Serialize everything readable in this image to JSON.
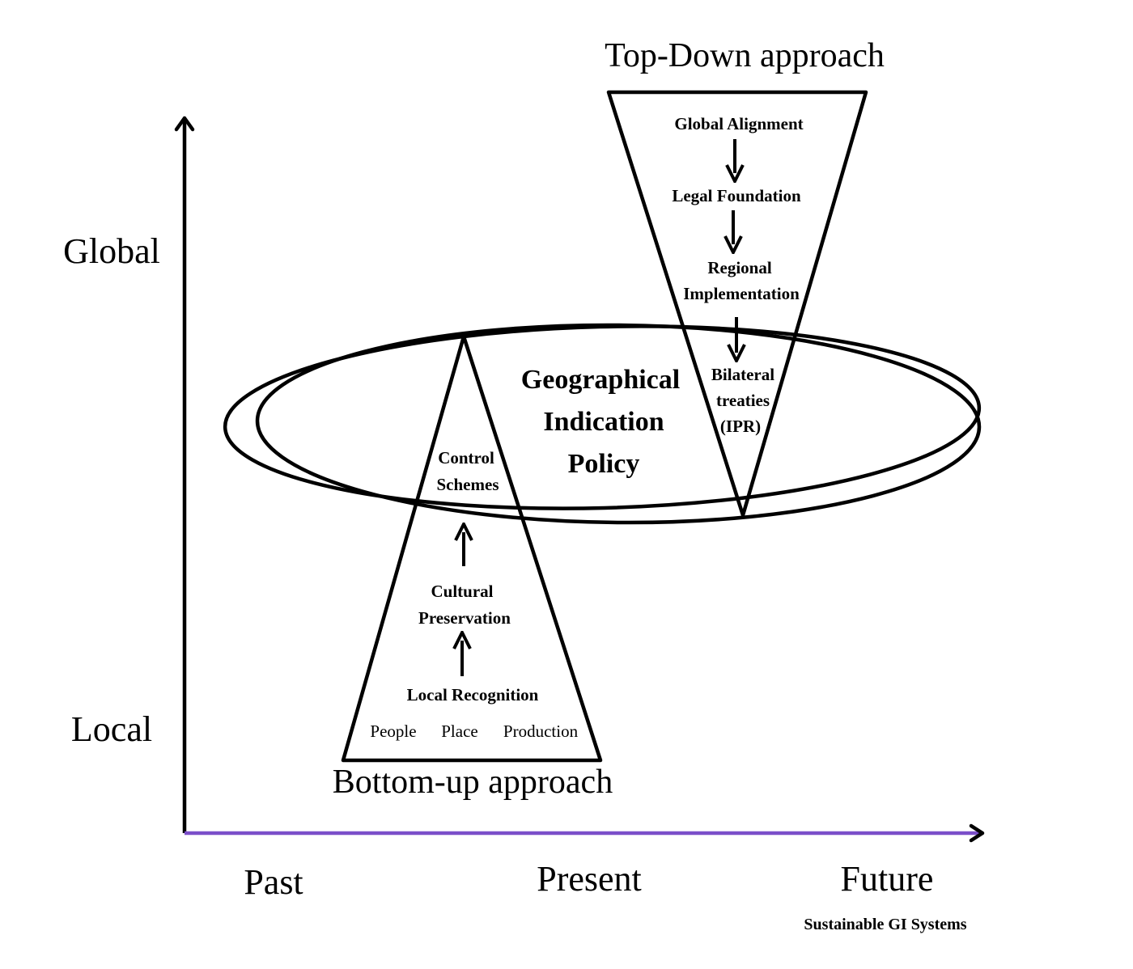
{
  "axes": {
    "y_top_label": "Global",
    "y_bottom_label": "Local",
    "x_labels": [
      "Past",
      "Present",
      "Future"
    ],
    "x_sub_label": "Sustainable GI Systems",
    "x_axis_color": "#7b4fc9",
    "axis_color": "#000000"
  },
  "top_down": {
    "title": "Top-Down approach",
    "steps": [
      {
        "lines": [
          "Global Alignment"
        ]
      },
      {
        "lines": [
          "Legal Foundation"
        ]
      },
      {
        "lines": [
          "Regional",
          "Implementation"
        ]
      },
      {
        "lines": [
          "Bilateral",
          "treaties",
          "(IPR)"
        ]
      }
    ]
  },
  "bottom_up": {
    "title": "Bottom-up approach",
    "steps": [
      {
        "lines": [
          "Control",
          "Schemes"
        ]
      },
      {
        "lines": [
          "Cultural",
          "Preservation"
        ]
      },
      {
        "lines": [
          "Local Recognition"
        ]
      }
    ],
    "base_items": [
      "People",
      "Place",
      "Production"
    ]
  },
  "center": {
    "lines": [
      "Geographical",
      "Indication",
      "Policy"
    ]
  }
}
